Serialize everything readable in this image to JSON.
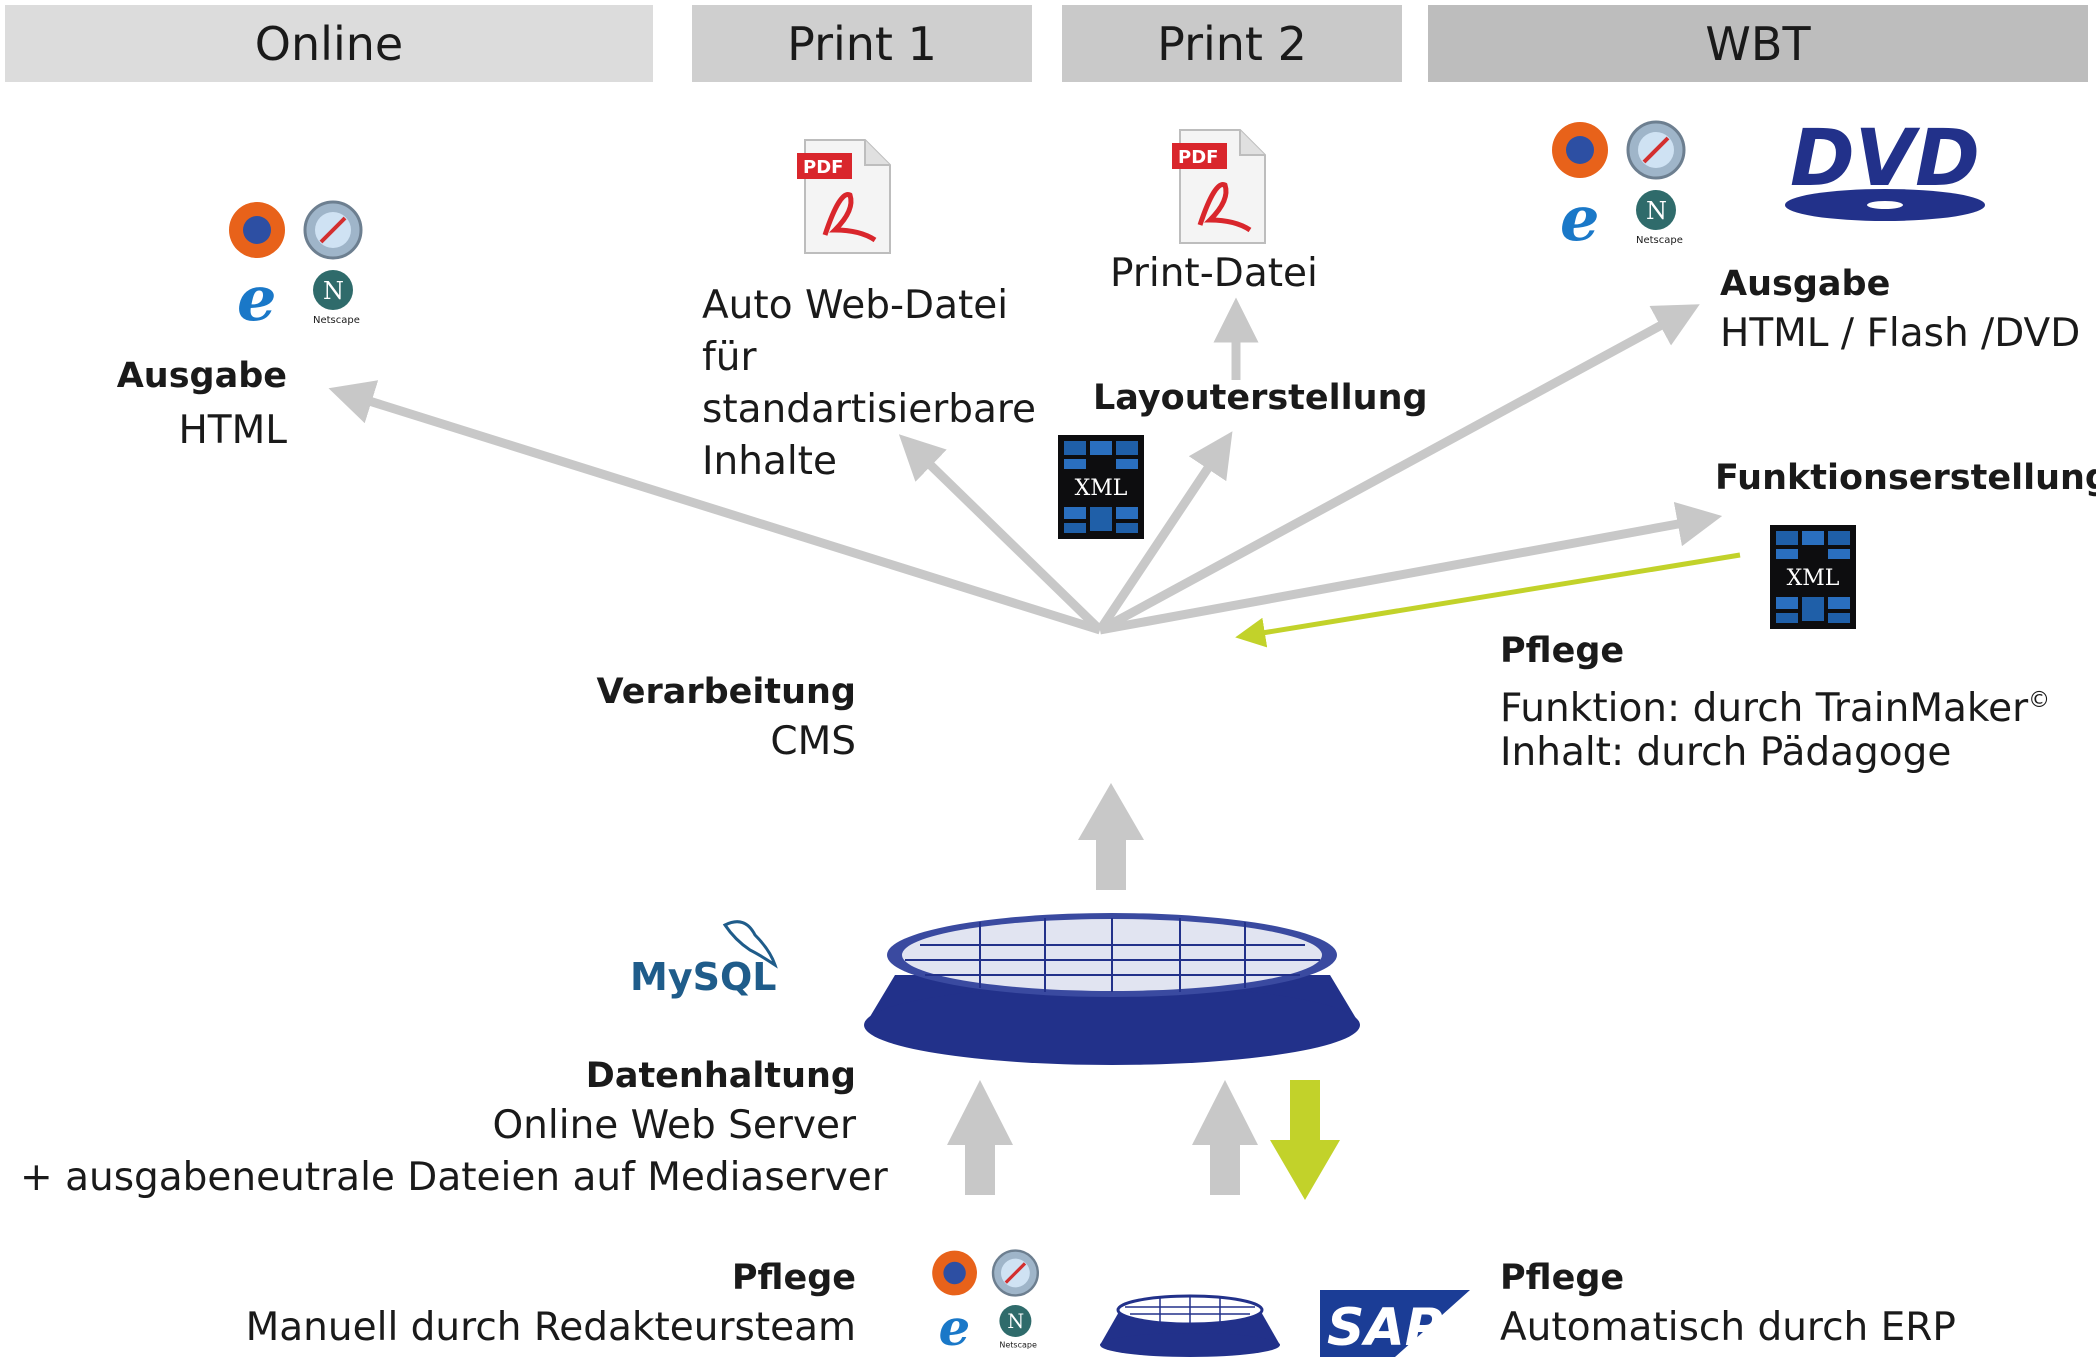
{
  "headers": [
    {
      "label": "Online"
    },
    {
      "label": "Print 1"
    },
    {
      "label": "Print 2"
    },
    {
      "label": "WBT"
    }
  ],
  "online": {
    "title": "Ausgabe",
    "text": "HTML"
  },
  "print1": {
    "lines": [
      "Auto Web-Datei",
      "für",
      "standartisierbare",
      "Inhalte"
    ]
  },
  "print2": {
    "file": "Print-Datei",
    "step": "Layouterstellung"
  },
  "wbt": {
    "title": "Ausgabe",
    "text": "HTML / Flash /DVD",
    "step": "Funktionserstellung"
  },
  "pflege_wbt": {
    "title": "Pflege",
    "line1": "Funktion: durch TrainMaker",
    "mark": "©",
    "line2": "Inhalt: durch Pädagoge"
  },
  "verarbeitung": {
    "title": "Verarbeitung",
    "text": "CMS"
  },
  "datenhaltung": {
    "title": "Datenhaltung",
    "line1": "Online Web Server",
    "line2": "+ ausgabeneutrale Dateien auf Mediaserver"
  },
  "pflege_manual": {
    "title": "Pflege",
    "text": "Manuell durch Redakteursteam"
  },
  "pflege_auto": {
    "title": "Pflege",
    "text": "Automatisch durch ERP"
  },
  "logos": {
    "pdf": "PDF",
    "xml": "XML",
    "dvd": "DVD",
    "mysql": "MySQL",
    "sap": "SAP",
    "netscape": "Netscape"
  },
  "colors": {
    "arrow": "#c8c8c8",
    "green": "#c2d22a",
    "db": "#22318a",
    "header_light": "#dcdcdc",
    "header_mid": "#cccccc",
    "header_dark": "#bdbdbd"
  }
}
